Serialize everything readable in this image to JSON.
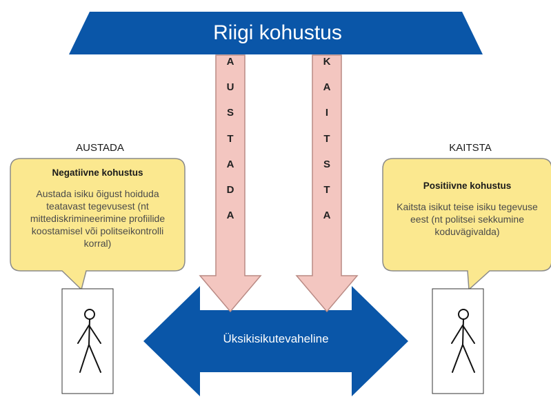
{
  "banner": {
    "title": "Riigi kohustus"
  },
  "left_arrow": {
    "letters": [
      "A",
      "U",
      "S",
      "T",
      "A",
      "D",
      "A"
    ]
  },
  "right_arrow": {
    "letters": [
      "K",
      "A",
      "I",
      "T",
      "S",
      "T",
      "A"
    ]
  },
  "left_column": {
    "label": "AUSTADA",
    "bubble_title": "Negatiivne kohustus",
    "bubble_text": "Austada isiku õigust hoiduda teatavast tegevusest (nt mittediskrimineerimine profiilide koostamisel või politseikontrolli korral)"
  },
  "right_column": {
    "label": "KAITSTA",
    "bubble_title": "Positiivne kohustus",
    "bubble_text": "Kaitsta isikut teise isiku tegevuse eest (nt politsei sekkumine koduvägivalda)"
  },
  "center_arrow": {
    "label": "Üksikisikutevaheline"
  },
  "colors": {
    "blue": "#0a56a8",
    "pink": "#f3c6c0",
    "pink_stroke": "#b98a84",
    "bubble_fill": "#fbe88f",
    "bubble_stroke": "#8a8a8a"
  },
  "icons": [
    "stick-figure-icon",
    "stick-figure-icon"
  ]
}
